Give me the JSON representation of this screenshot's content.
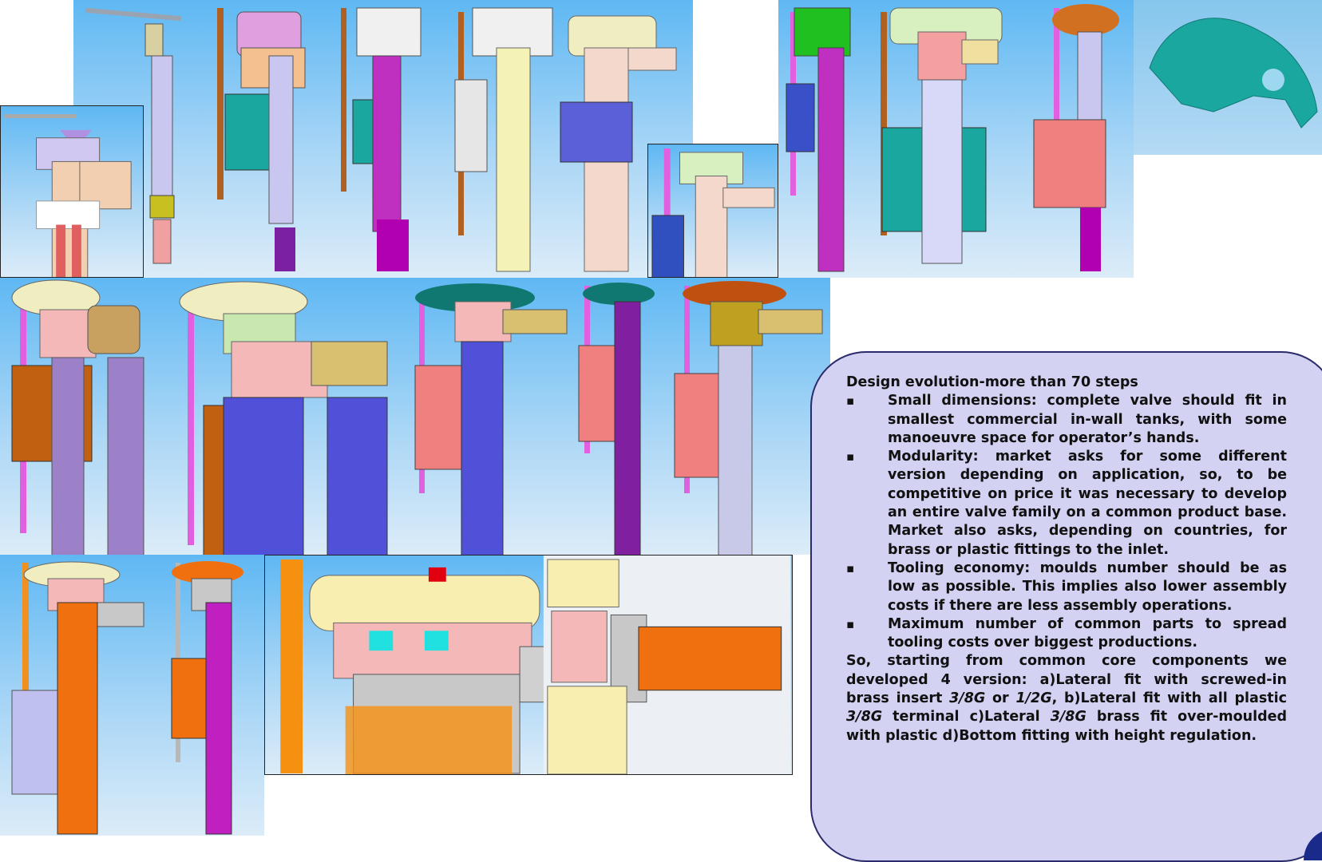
{
  "slide": {
    "heading": "Design evolution-more than 70 steps",
    "bullets": [
      "Small dimensions: complete valve should fit in smallest commercial in-wall tanks, with some manoeuvre space for operator’s hands.",
      "Modularity: market asks for some different version depending on application, so, to be competitive on price it was necessary to develop an entire valve family on a common product base. Market also asks, depending on countries, for brass or plastic fittings to the inlet.",
      "Tooling economy: moulds number should be as low as possible. This implies also lower assembly costs if there are less assembly operations.",
      "Maximum number of common parts to spread tooling costs over biggest productions."
    ],
    "closing_parts": [
      {
        "text": "So, starting from common core components we developed 4 version: a)Lateral fit with screwed-in brass insert ",
        "italic": false
      },
      {
        "text": "3/8G",
        "italic": true
      },
      {
        "text": " or ",
        "italic": false
      },
      {
        "text": "1/2G",
        "italic": true
      },
      {
        "text": ", b)Lateral fit with all plastic ",
        "italic": false
      },
      {
        "text": "3/8G",
        "italic": true
      },
      {
        "text": " terminal c)Lateral ",
        "italic": false
      },
      {
        "text": "3/8G",
        "italic": true
      },
      {
        "text": " brass fit over-moulded with plastic d)Bottom fitting with height regulation.",
        "italic": false
      }
    ]
  },
  "colors": {
    "panel_sky": "#5fb8f3",
    "card_fill": "#d4d2f2",
    "card_border": "#2b2b6b",
    "text": "#111111"
  },
  "icons": {
    "bullet": "small-square-bullet"
  }
}
